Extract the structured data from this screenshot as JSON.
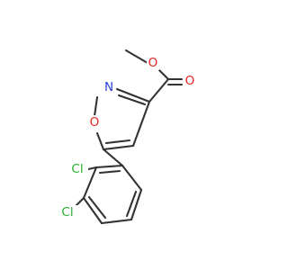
{
  "molecule": {
    "atoms": [
      {
        "symbol": "O",
        "color": "#e8221e"
      },
      {
        "symbol": "O",
        "color": "#e8221e"
      },
      {
        "symbol": "N",
        "color": "#2a3fd9"
      },
      {
        "symbol": "O",
        "color": "#e8221e"
      },
      {
        "symbol": "Cl",
        "color": "#29b02e"
      },
      {
        "symbol": "Cl",
        "color": "#29b02e"
      }
    ],
    "bond_color": "#333333"
  }
}
